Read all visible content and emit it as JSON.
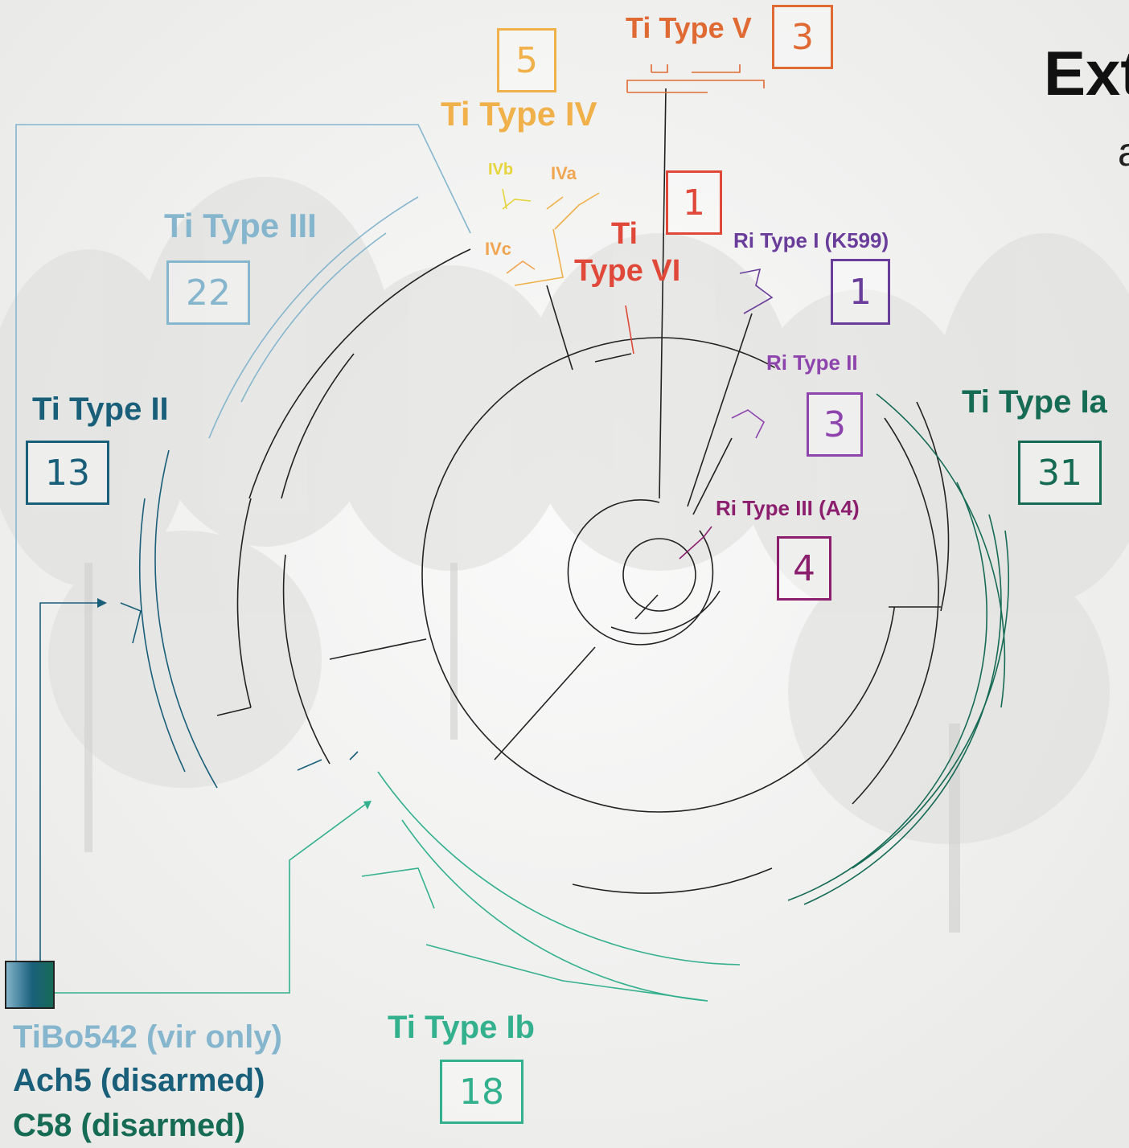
{
  "title_partial": "Ext",
  "subtitle_partial": "a",
  "clades": [
    {
      "id": "ti-v",
      "label": "Ti Type V",
      "count": "3",
      "color": "#e06a33"
    },
    {
      "id": "ti-iv",
      "label": "Ti Type IV",
      "count": "5",
      "color": "#f0b04a"
    },
    {
      "id": "ti-vi",
      "label": "Ti Type VI",
      "count": "1",
      "color": "#e0493a"
    },
    {
      "id": "ri-i",
      "label": "Ri Type I (K599)",
      "count": "1",
      "color": "#6a3d9a"
    },
    {
      "id": "ri-ii",
      "label": "Ri Type II",
      "count": "3",
      "color": "#8e44ad"
    },
    {
      "id": "ri-iii",
      "label": "Ri Type III (A4)",
      "count": "4",
      "color": "#8b1f6e"
    },
    {
      "id": "ti-ia",
      "label": "Ti Type Ia",
      "count": "31",
      "color": "#166b55"
    },
    {
      "id": "ti-ib",
      "label": "Ti Type Ib",
      "count": "18",
      "color": "#33b08d"
    },
    {
      "id": "ti-ii",
      "label": "Ti Type II",
      "count": "13",
      "color": "#1a5f7a"
    },
    {
      "id": "ti-iii",
      "label": "Ti Type III",
      "count": "22",
      "color": "#85b6cd"
    }
  ],
  "subclades": {
    "iva": "IVa",
    "ivb": "IVb",
    "ivc": "IVc"
  },
  "ti_vi_line1": "Ti",
  "ti_vi_line2": "Type VI",
  "strains": [
    {
      "label": "TiBo542 (vir only)",
      "color": "#85b6cd"
    },
    {
      "label": "Ach5 (disarmed)",
      "color": "#1a5f7a"
    },
    {
      "label": "C58 (disarmed)",
      "color": "#166b55"
    }
  ]
}
